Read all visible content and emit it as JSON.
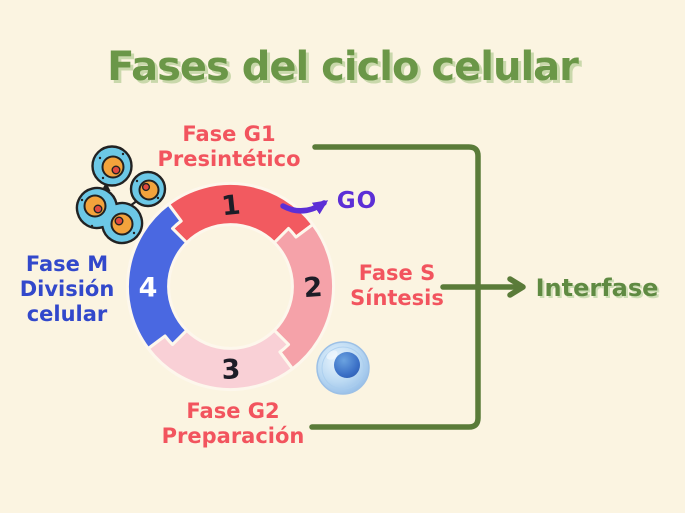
{
  "title": "Fases del ciclo celular",
  "diagram": {
    "phases": {
      "g1": {
        "name": "Fase G1",
        "description": "Presintético"
      },
      "g0": {
        "name": "GO"
      },
      "s": {
        "name": "Fase S",
        "description": "Síntesis"
      },
      "g2": {
        "name": "Fase G2",
        "description": "Preparación"
      },
      "m": {
        "name": "Fase M",
        "description_line1": "División",
        "description_line2": "celular"
      }
    },
    "segments": [
      {
        "number": "1",
        "phase": "Fase G1",
        "color": "#f25a60"
      },
      {
        "number": "2",
        "phase": "Fase S",
        "color": "#f5a2a9"
      },
      {
        "number": "3",
        "phase": "Fase G2",
        "color": "#f9d0d6"
      },
      {
        "number": "4",
        "phase": "Fase M",
        "color": "#4a68e1"
      }
    ],
    "interphase_label": "Interfase"
  },
  "colors": {
    "background": "#fbf4e1",
    "title_green": "#6b9748",
    "title_shadow": "#c9d8ab",
    "phase_label_red": "#f2545e",
    "phase_m_blue": "#3248cb",
    "g0_purple": "#5c2fd6",
    "interphase_green": "#5f8a42",
    "connector_green": "#5a7b39",
    "segment_gap": "#fdf7ec",
    "cell_membrane_blue": "#6cc8e6",
    "cell_nucleus_orange": "#f3a33c",
    "cell_nucleolus_red": "#e1493f",
    "cell_outline": "#222222",
    "interphase_cell_blue": "#b8d9f2",
    "interphase_nucleus_blue": "#3a6fc6"
  }
}
